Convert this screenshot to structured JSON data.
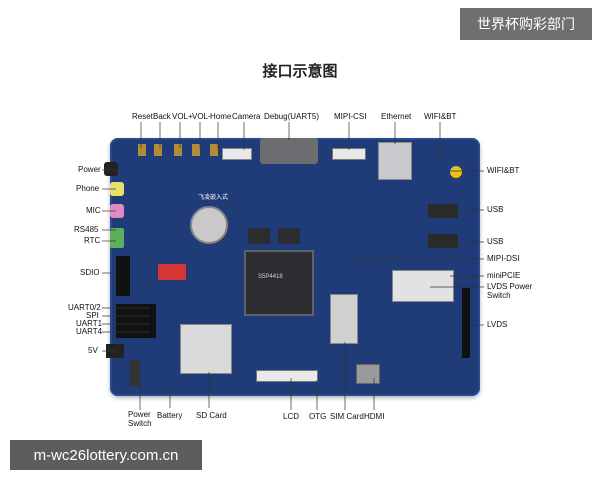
{
  "badge": "世界杯购彩部门",
  "title": "接口示意图",
  "watermark": "m-wc26lottery.com.cn",
  "board": {
    "brand": "飞凌嵌入式",
    "cpu_label": "S5P4418"
  },
  "labels": {
    "reset": "Reset",
    "back": "Back",
    "vol_plus": "VOL+",
    "vol_minus": "VOL-",
    "home": "Home",
    "camera": "Camera",
    "debug": "Debug(UART5)",
    "mipi_csi": "MIPI-CSI",
    "ethernet": "Ethernet",
    "wifi_bt_top": "WIFI&BT",
    "wifi_bt_right": "WIFI&BT",
    "power": "Power",
    "phone": "Phone",
    "mic": "MIC",
    "rs485": "RS485",
    "rtc": "RTC",
    "sdio": "SDIO",
    "uart02": "UART0/2",
    "spi": "SPI",
    "uart1": "UART1",
    "uart4": "UART4",
    "v5": "5V",
    "usb1": "USB",
    "usb2": "USB",
    "mipi_dsi": "MIPI-DSI",
    "mini_pcie": "miniPCIE",
    "lvds_power_1": "LVDS Power",
    "lvds_power_2": "Switch",
    "lvds": "LVDS",
    "power_switch_1": "Power",
    "power_switch_2": "Switch",
    "battery": "Battery",
    "sd_card": "SD Card",
    "lcd": "LCD",
    "otg": "OTG",
    "sim_card": "SIM Card",
    "hdmi": "HDMI"
  },
  "colors": {
    "board": "#1f3b78",
    "phone_jack": "#e7e06a",
    "mic_jack": "#e089c4",
    "rs485_connector": "#5fae5a",
    "wifi_antenna": "#e6c21a"
  }
}
